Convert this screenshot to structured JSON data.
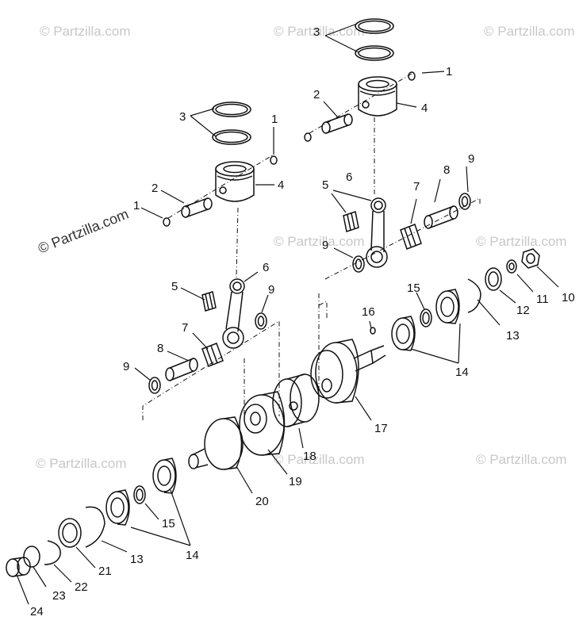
{
  "watermark": "© Partzilla.com",
  "parts": [
    {
      "id": "3a",
      "label": "3"
    },
    {
      "id": "1a",
      "label": "1"
    },
    {
      "id": "4a",
      "label": "4"
    },
    {
      "id": "2a",
      "label": "2"
    },
    {
      "id": "1b",
      "label": "1"
    },
    {
      "id": "3b",
      "label": "3"
    },
    {
      "id": "4b",
      "label": "4"
    },
    {
      "id": "2b",
      "label": "2"
    },
    {
      "id": "1c",
      "label": "1"
    },
    {
      "id": "5a",
      "label": "5"
    },
    {
      "id": "6a",
      "label": "6"
    },
    {
      "id": "8a",
      "label": "8"
    },
    {
      "id": "9a",
      "label": "9"
    },
    {
      "id": "7a",
      "label": "7"
    },
    {
      "id": "9b",
      "label": "9"
    },
    {
      "id": "6b",
      "label": "6"
    },
    {
      "id": "5b",
      "label": "5"
    },
    {
      "id": "9c",
      "label": "9"
    },
    {
      "id": "7b",
      "label": "7"
    },
    {
      "id": "8b",
      "label": "8"
    },
    {
      "id": "9d",
      "label": "9"
    },
    {
      "id": "10",
      "label": "10"
    },
    {
      "id": "11",
      "label": "11"
    },
    {
      "id": "12",
      "label": "12"
    },
    {
      "id": "13a",
      "label": "13"
    },
    {
      "id": "15a",
      "label": "15"
    },
    {
      "id": "16",
      "label": "16"
    },
    {
      "id": "14a",
      "label": "14"
    },
    {
      "id": "17",
      "label": "17"
    },
    {
      "id": "18",
      "label": "18"
    },
    {
      "id": "19",
      "label": "19"
    },
    {
      "id": "20",
      "label": "20"
    },
    {
      "id": "15b",
      "label": "15"
    },
    {
      "id": "14b",
      "label": "14"
    },
    {
      "id": "13b",
      "label": "13"
    },
    {
      "id": "21",
      "label": "21"
    },
    {
      "id": "22",
      "label": "22"
    },
    {
      "id": "23",
      "label": "23"
    },
    {
      "id": "24",
      "label": "24"
    }
  ]
}
